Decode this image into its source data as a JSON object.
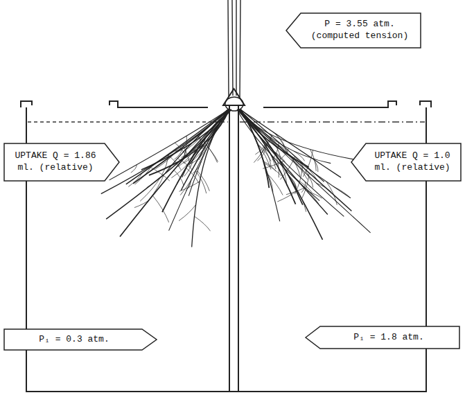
{
  "diagram": {
    "nodes": [
      {
        "text": [
          "P = 3.55 atm.",
          "(computed tension)"
        ]
      },
      {
        "text": [
          "UPTAKE Q = 1.86 ml. (relative)"
        ]
      },
      {
        "text": [
          "UPTAKE Q = 1.0 ml. (relative)"
        ]
      },
      {
        "text": [
          "P₁ = 0.3 atm."
        ]
      },
      {
        "text": [
          "P₁ = 1.8 atm."
        ]
      }
    ]
  }
}
